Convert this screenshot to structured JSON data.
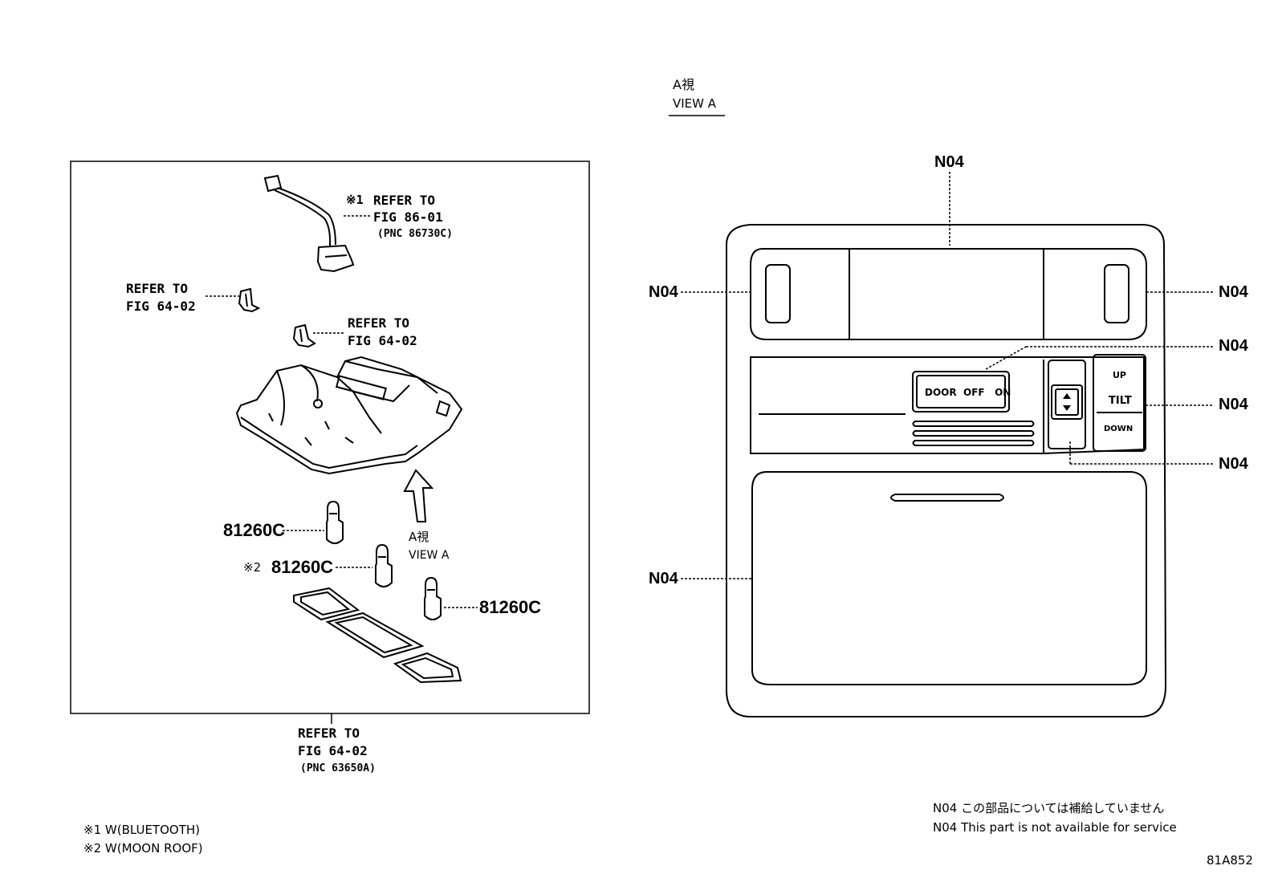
{
  "view_a_header": {
    "ja": "A視",
    "en": "VIEW A"
  },
  "inset_callouts": {
    "refer1": {
      "mark": "※1",
      "line1": "REFER TO",
      "line2": "FIG 86-01",
      "line3": "(PNC 86730C)"
    },
    "refer2": {
      "line1": "REFER TO",
      "line2": "FIG 64-02"
    },
    "refer3": {
      "line1": "REFER TO",
      "line2": "FIG 64-02"
    },
    "bottom_refer": {
      "line1": "REFER TO",
      "line2": "FIG 64-02",
      "line3": "(PNC 63650A)"
    },
    "bulb1": "81260C",
    "bulb2_mark": "※2",
    "bulb2": "81260C",
    "bulb3": "81260C",
    "view_arrow": {
      "ja": "A視",
      "en": "VIEW A"
    }
  },
  "console_labels": {
    "top": "N04",
    "left_upper": "N04",
    "right_upper": "N04",
    "right_mid1": "N04",
    "right_mid2": "N04",
    "right_mid3": "N04",
    "left_lower": "N04"
  },
  "switch_text": {
    "door_off_on": "DOOR  OFF   ON",
    "up": "UP",
    "tilt": "TILT",
    "down": "DOWN"
  },
  "footnotes": {
    "note1": "※1 W(BLUETOOTH)",
    "note2": "※2 W(MOON ROOF)"
  },
  "legend": {
    "ja": "N04 この部品については補給していません",
    "en": "N04 This part is not available for service"
  },
  "figure_id": "81A852"
}
